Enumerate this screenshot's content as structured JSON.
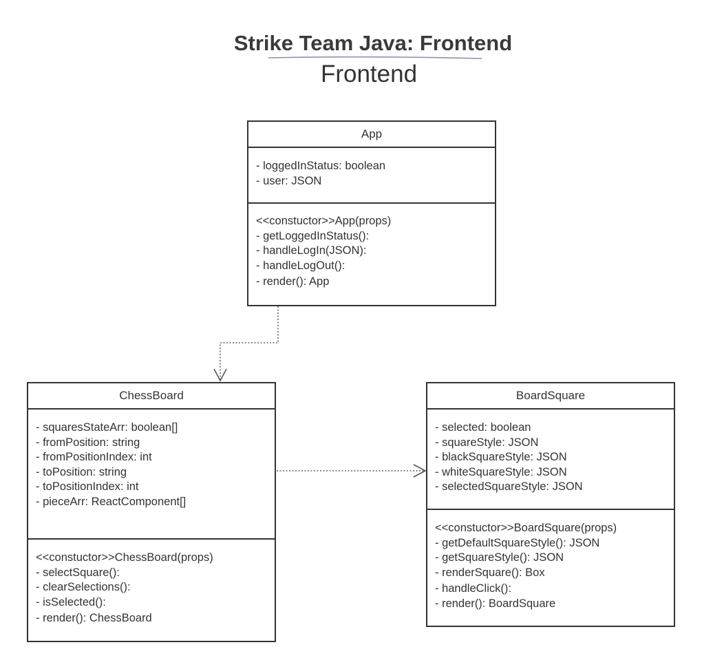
{
  "diagram": {
    "title": "Strike Team Java: Frontend",
    "subtitle": "Frontend",
    "classes": {
      "app": {
        "name": "App",
        "attributes": [
          "- loggedInStatus: boolean",
          "- user: JSON"
        ],
        "methods": [
          "<<constuctor>>App(props)",
          "- getLoggedInStatus():",
          "- handleLogIn(JSON):",
          "- handleLogOut():",
          "- render(): App"
        ]
      },
      "chessboard": {
        "name": "ChessBoard",
        "attributes": [
          "- squaresStateArr: boolean[]",
          "- fromPosition: string",
          "- fromPositionIndex: int",
          "- toPosition: string",
          "- toPositionIndex: int",
          "- pieceArr: ReactComponent[]"
        ],
        "methods": [
          "<<constuctor>>ChessBoard(props)",
          "- selectSquare():",
          "- clearSelections():",
          "- isSelected():",
          "- render(): ChessBoard"
        ]
      },
      "boardsquare": {
        "name": "BoardSquare",
        "attributes": [
          "- selected: boolean",
          "- squareStyle: JSON",
          "- blackSquareStyle: JSON",
          "- whiteSquareStyle: JSON",
          "- selectedSquareStyle: JSON"
        ],
        "methods": [
          "<<constuctor>>BoardSquare(props)",
          "- getDefaultSquareStyle(): JSON",
          "- getSquareStyle(): JSON",
          "- renderSquare(): Box",
          "- handleClick():",
          "- render(): BoardSquare"
        ]
      }
    },
    "colors": {
      "stroke": "#333333",
      "connector": "#777777",
      "underline": "#8891a8"
    }
  }
}
